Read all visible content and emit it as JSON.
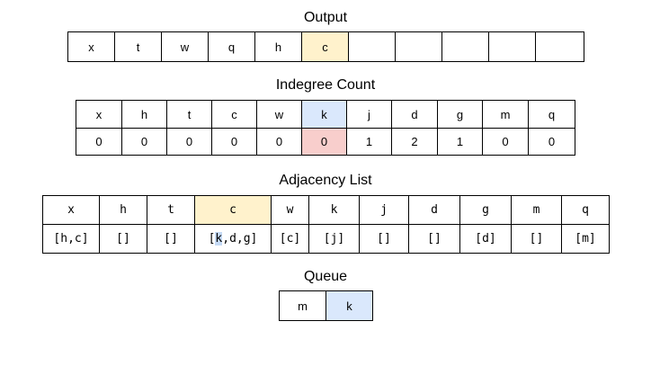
{
  "output": {
    "title": "Output",
    "cells": [
      "x",
      "t",
      "w",
      "q",
      "h",
      "c",
      "",
      "",
      "",
      "",
      ""
    ],
    "highlight_index": 5,
    "highlight_color": "#fff2cc"
  },
  "indegree": {
    "title": "Indegree Count",
    "nodes": [
      "x",
      "h",
      "t",
      "c",
      "w",
      "k",
      "j",
      "d",
      "g",
      "m",
      "q"
    ],
    "counts": [
      "0",
      "0",
      "0",
      "0",
      "0",
      "0",
      "1",
      "2",
      "1",
      "0",
      "0"
    ],
    "highlight_index": 5,
    "node_highlight_color": "#dae8fc",
    "count_highlight_color": "#f8cecc"
  },
  "adjacency": {
    "title": "Adjacency List",
    "nodes": [
      "x",
      "h",
      "t",
      "c",
      "w",
      "k",
      "j",
      "d",
      "g",
      "m",
      "q"
    ],
    "lists": [
      "[h,c]",
      "[]",
      "[]",
      "[k,d,g]",
      "[c]",
      "[j]",
      "[]",
      "[]",
      "[d]",
      "[]",
      "[m]"
    ],
    "highlight_index": 3,
    "highlight_color": "#fff2cc",
    "list_highlight": {
      "index": 3,
      "char_index": 1
    }
  },
  "queue": {
    "title": "Queue",
    "cells": [
      "m",
      "k"
    ],
    "highlight_index": 1,
    "highlight_color": "#dae8fc"
  }
}
